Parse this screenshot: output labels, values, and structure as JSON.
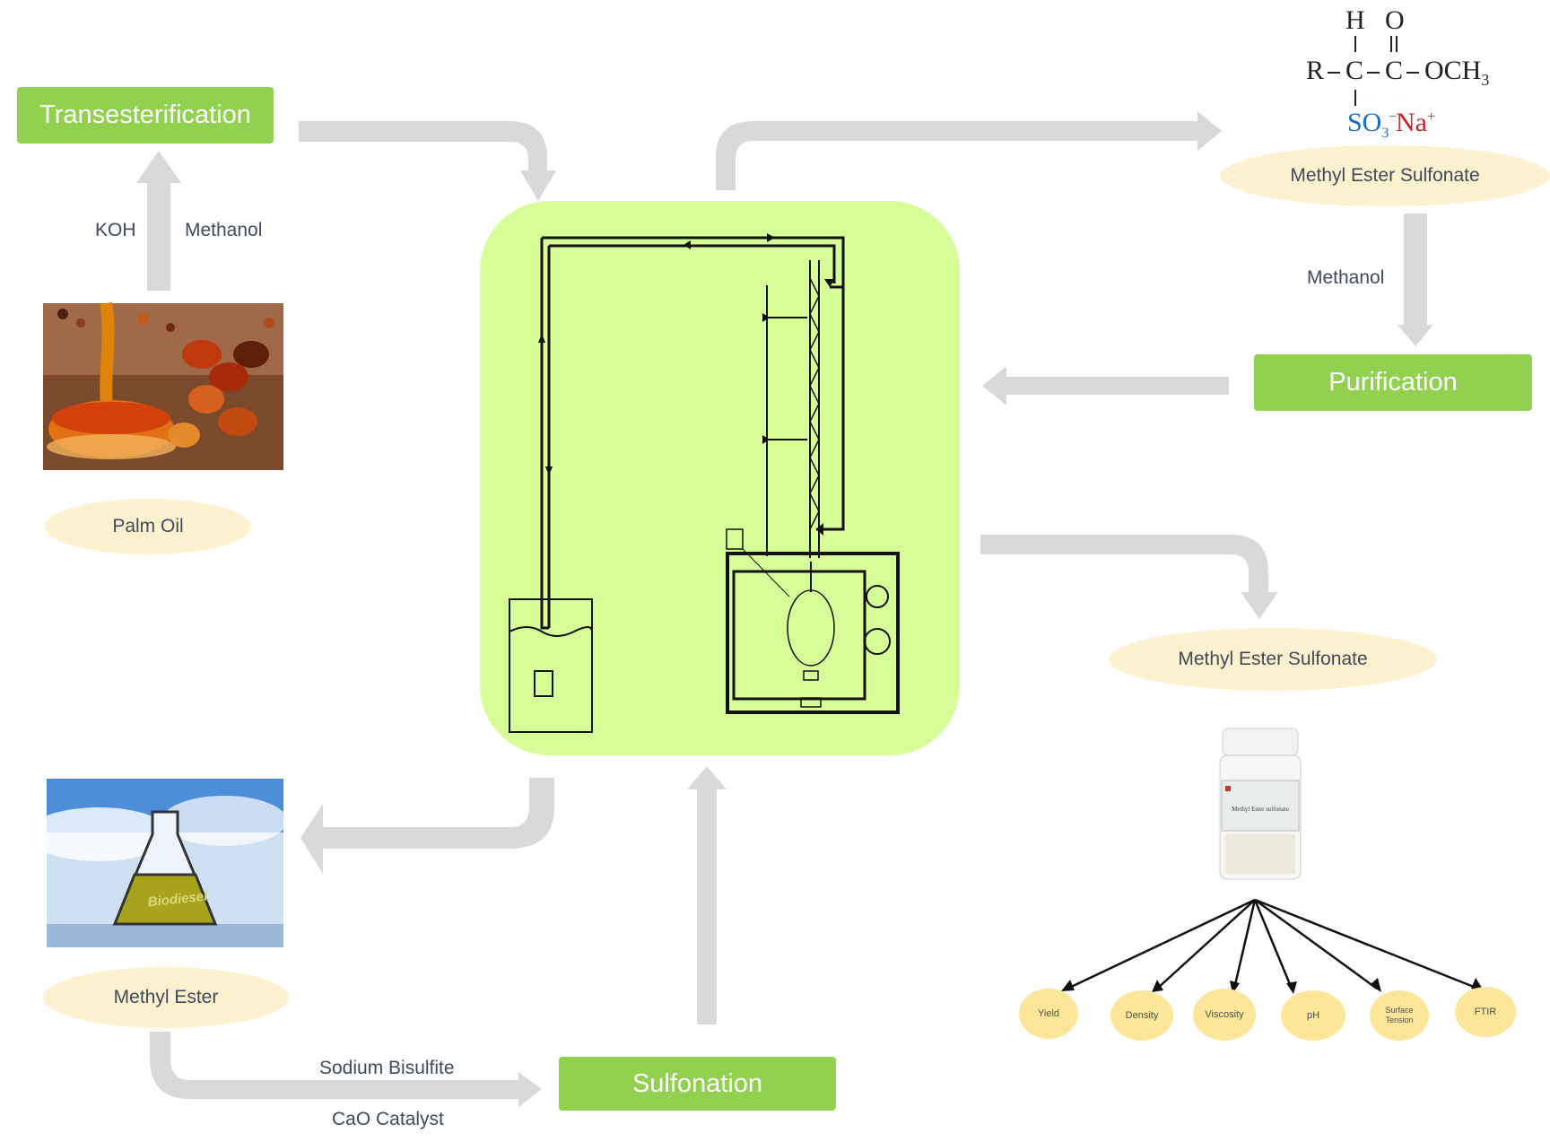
{
  "process_boxes": {
    "transesterification": "Transesterification",
    "purification": "Purification",
    "sulfonation": "Sulfonation"
  },
  "reagents": {
    "koh": "KOH",
    "methanol_left": "Methanol",
    "methanol_right": "Methanol",
    "sodium_bisulfite": "Sodium Bisulfite",
    "cao_catalyst": "CaO Catalyst"
  },
  "products": {
    "palm_oil": "Palm Oil",
    "methyl_ester": "Methyl Ester",
    "mes_top": "Methyl Ester Sulfonate",
    "mes_bottom": "Methyl Ester Sulfonate"
  },
  "images": {
    "biodiesel_label": "Biodiesel",
    "jar_label": "Methyl Ester sulfonate"
  },
  "structure": {
    "h": "H",
    "o": "O",
    "r": "R",
    "c1": "C",
    "c2": "C",
    "och3": "OCH",
    "och3_sub": "3",
    "so3": "SO",
    "so3_sub": "3",
    "so3_sup": "−",
    "na": "Na",
    "na_sup": "+"
  },
  "properties": {
    "yield": "Yield",
    "density": "Density",
    "viscosity": "Viscosity",
    "ph": "pH",
    "surface_tension_1": "Surface",
    "surface_tension_2": "Tension",
    "ftir": "FTIR"
  },
  "colors": {
    "green_box": "#92d050",
    "reactor_bg": "#d6fd98",
    "ellipse": "#fdf2cf",
    "small_ellipse": "#fbe69a",
    "arrow": "#d9d9d9"
  }
}
